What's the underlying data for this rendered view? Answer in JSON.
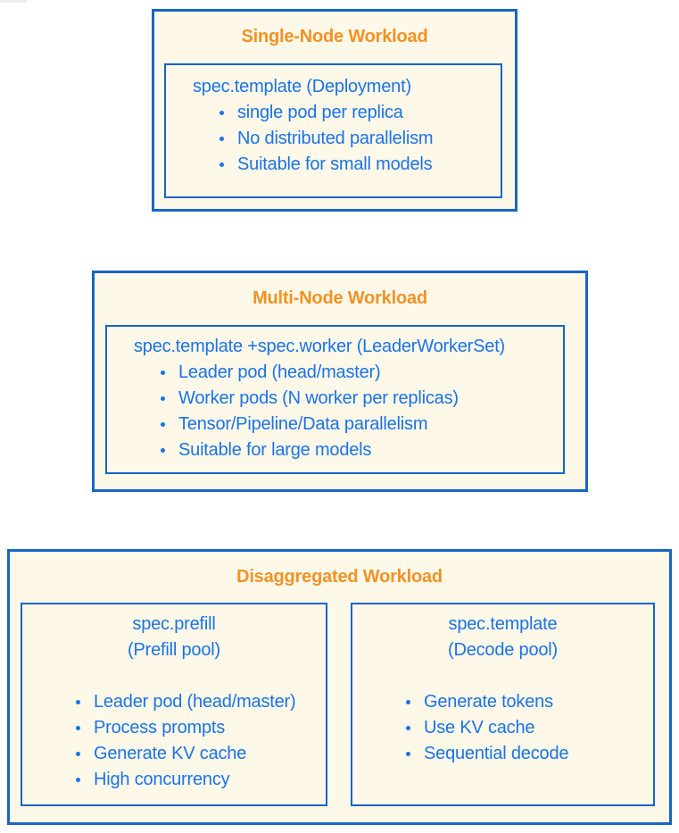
{
  "colors": {
    "page_background": "#ffffff",
    "panel_fill": "#fdf8e8",
    "border_blue": "#1666c5",
    "title_orange": "#f29224",
    "text_blue": "#1a73e8"
  },
  "panels": [
    {
      "id": "single-node",
      "title": "Single-Node Workload",
      "boxes": [
        {
          "header_lines": [
            "spec.template (Deployment)"
          ],
          "bullets": [
            "single pod per replica",
            "No distributed parallelism",
            "Suitable for small models"
          ]
        }
      ]
    },
    {
      "id": "multi-node",
      "title": "Multi-Node Workload",
      "boxes": [
        {
          "header_lines": [
            "spec.template +spec.worker (LeaderWorkerSet)"
          ],
          "bullets": [
            "Leader pod (head/master)",
            "Worker pods (N worker per replicas)",
            "Tensor/Pipeline/Data parallelism",
            "Suitable for large models"
          ]
        }
      ]
    },
    {
      "id": "disaggregated",
      "title": "Disaggregated Workload",
      "boxes": [
        {
          "header_lines": [
            "spec.prefill",
            "(Prefill pool)"
          ],
          "bullets": [
            "Leader pod (head/master)",
            "Process prompts",
            "Generate KV cache",
            "High concurrency"
          ]
        },
        {
          "header_lines": [
            "spec.template",
            "(Decode pool)"
          ],
          "bullets": [
            "Generate tokens",
            "Use KV cache",
            "Sequential decode"
          ]
        }
      ]
    }
  ]
}
